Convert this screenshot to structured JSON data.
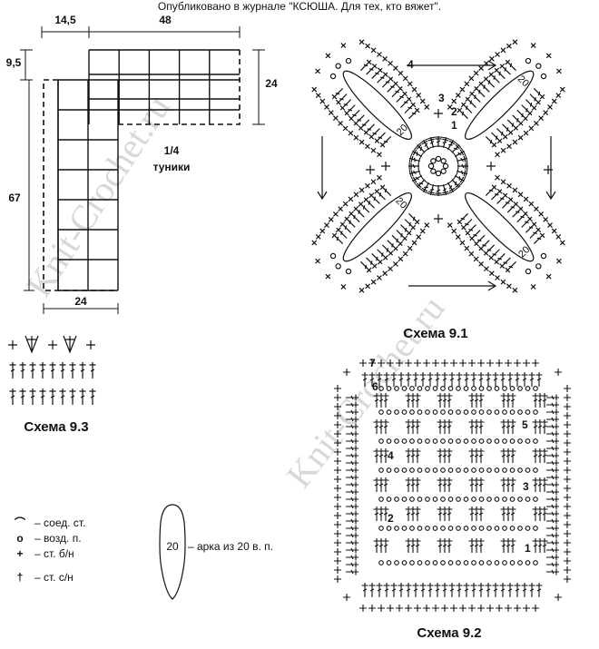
{
  "header": {
    "text": "Опубликовано в журнале \"КСЮША. Для тех, кто вяжет\"."
  },
  "pattern": {
    "dims": {
      "top_left": "14,5",
      "top_right": "48",
      "left_top": "9,5",
      "right_side": "24",
      "left_long": "67",
      "bottom": "24"
    },
    "label_line1": "1/4",
    "label_line2": "туники"
  },
  "schemes": {
    "s91": "Схема 9.1",
    "s92": "Схема 9.2",
    "s93": "Схема 9.3",
    "arch_value": "20",
    "s91_rounds": [
      "1",
      "2",
      "3",
      "4"
    ],
    "s92_rows": [
      "1",
      "2",
      "3",
      "4",
      "5",
      "6",
      "7"
    ]
  },
  "legend": {
    "items": [
      {
        "symbol": "⌒",
        "text": "– соед. ст."
      },
      {
        "symbol": "o",
        "text": "– возд. п."
      },
      {
        "symbol": "+",
        "text": "– ст. б/н"
      },
      {
        "symbol": "†",
        "text": "– ст. с/н"
      }
    ],
    "arch_label": "– арка из 20 в. п."
  },
  "watermark": {
    "text": "Knit-Crochet.ru"
  }
}
